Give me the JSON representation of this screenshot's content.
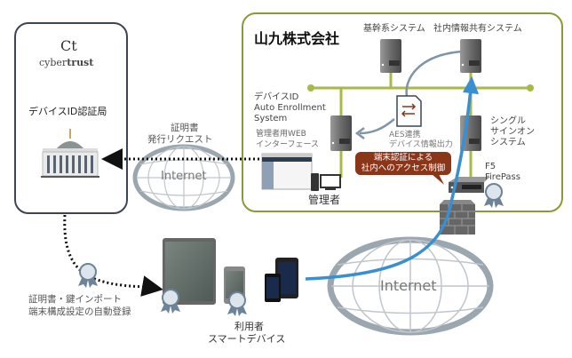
{
  "ca": {
    "logo_mark": "Ct",
    "logo_text_light": "cyber",
    "logo_text_bold": "trust",
    "title": "デバイスID認証局"
  },
  "corp": {
    "title": "山九株式会社",
    "systems": {
      "core": "基幹系システム",
      "info_share": "社内情報共有システム",
      "aes_line1": "デバイスID",
      "aes_line2": "Auto Enrollment",
      "aes_line3": "System",
      "sso_line1": "シングル",
      "sso_line2": "サインオン",
      "sso_line3": "システム",
      "f5_line1": "F5",
      "f5_line2": "FirePass"
    },
    "admin_web_line1": "管理者用WEB",
    "admin_web_line2": "インターフェース",
    "admin": "管理者",
    "aes_link_line1": "AES連携",
    "aes_link_line2": "デバイス情報出力",
    "callout_line1": "端末認証による",
    "callout_line2": "社内へのアクセス制御"
  },
  "flows": {
    "cert_request_line1": "証明書",
    "cert_request_line2": "発行リクエスト",
    "import_line1": "証明書・鍵インポート",
    "import_line2": "端末構成設定の自動登録"
  },
  "internet": {
    "small": "Internet",
    "large": "Internet"
  },
  "users": {
    "line1": "利用者",
    "line2": "スマートデバイス"
  },
  "colors": {
    "ca_border": "#3c4652",
    "corp_border": "#8a9a38",
    "network_line": "#a9b945",
    "callout_bg": "#8b3519",
    "access_arrow": "#3a8fd0",
    "aes_arrow": "#7f95a8"
  }
}
